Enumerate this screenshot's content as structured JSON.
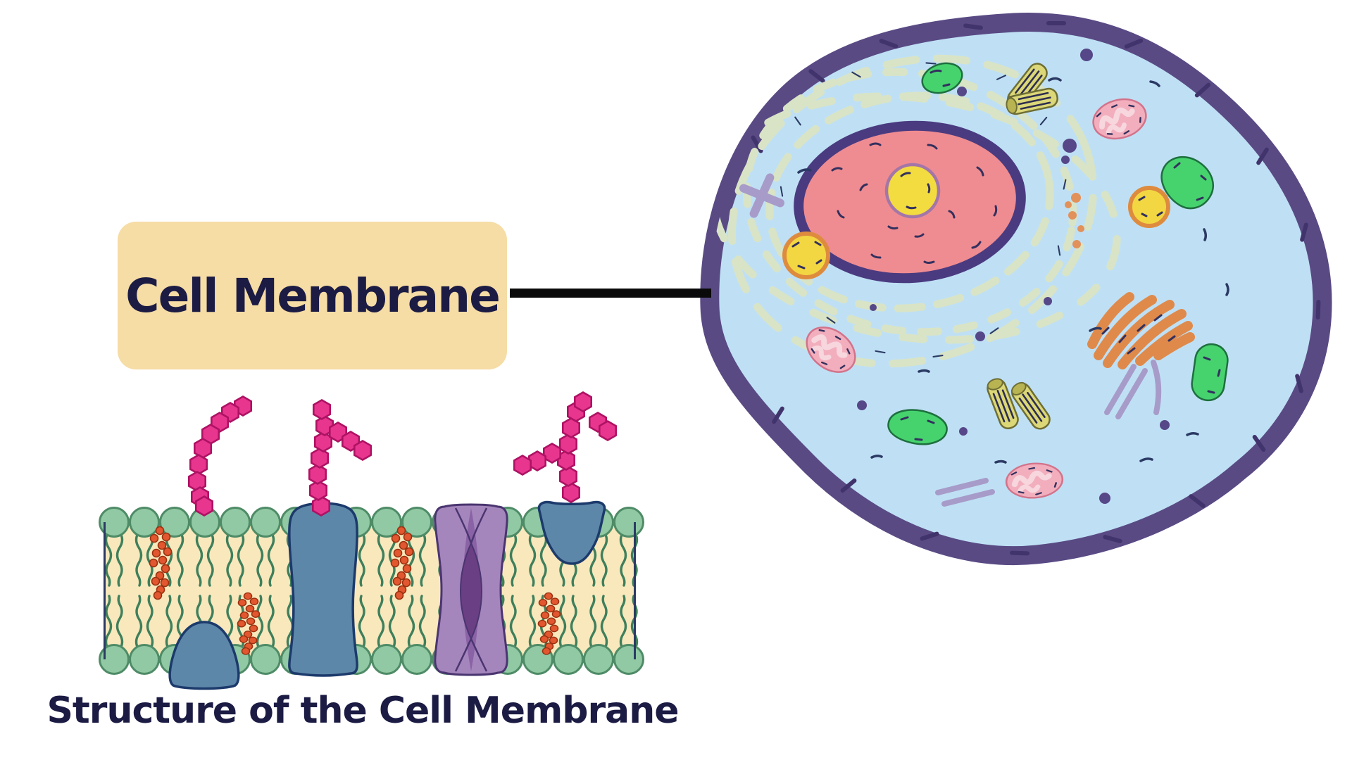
{
  "callout": {
    "label": "Cell Membrane"
  },
  "caption": {
    "text": "Structure of the Cell Membrane"
  },
  "palette": {
    "background": "#ffffff",
    "callout_box": "#f6dca5",
    "title_text": "#1b1b44",
    "connector_line": "#0a0a0a",
    "cell_membrane": "#594a84",
    "cytoplasm": "#bfe0f4",
    "nucleus_fill": "#ef8c91",
    "nucleus_border": "#4a3b80",
    "nucleolus": "#f3dc3f",
    "endoplasmic_reticulum": "#d9e4c6",
    "golgi": "#df8a4b",
    "mitochondria": "#f2aebd",
    "centrioles": "#dcd878",
    "lysosomes": "#46d36e",
    "vacuole_fill": "#f2d742",
    "vacuole_ring": "#de8b3e",
    "cytoskeleton": "#a79bc9",
    "lipid_head": "#90c9a4",
    "lipid_tail": "#3f7f5c",
    "bilayer_interior": "#f8e8bc",
    "membrane_protein": "#5d87a9",
    "channel_protein": "#a586bc",
    "glycoprotein": "#e8368f",
    "cholesterol": "#e2572f"
  },
  "figures": {
    "cell": {
      "parts": [
        "cell-membrane",
        "cytoplasm",
        "nucleus",
        "nucleolus",
        "endoplasmic-reticulum",
        "golgi-apparatus",
        "mitochondria",
        "centrioles",
        "lysosomes",
        "vacuoles",
        "cytoskeleton-filaments",
        "vesicles"
      ]
    },
    "membrane": {
      "parts": [
        "phospholipid-bilayer",
        "lipid-heads",
        "lipid-tails",
        "transport-protein",
        "channel-protein",
        "receptor-protein",
        "glycoprotein-chains",
        "cholesterol"
      ]
    }
  }
}
